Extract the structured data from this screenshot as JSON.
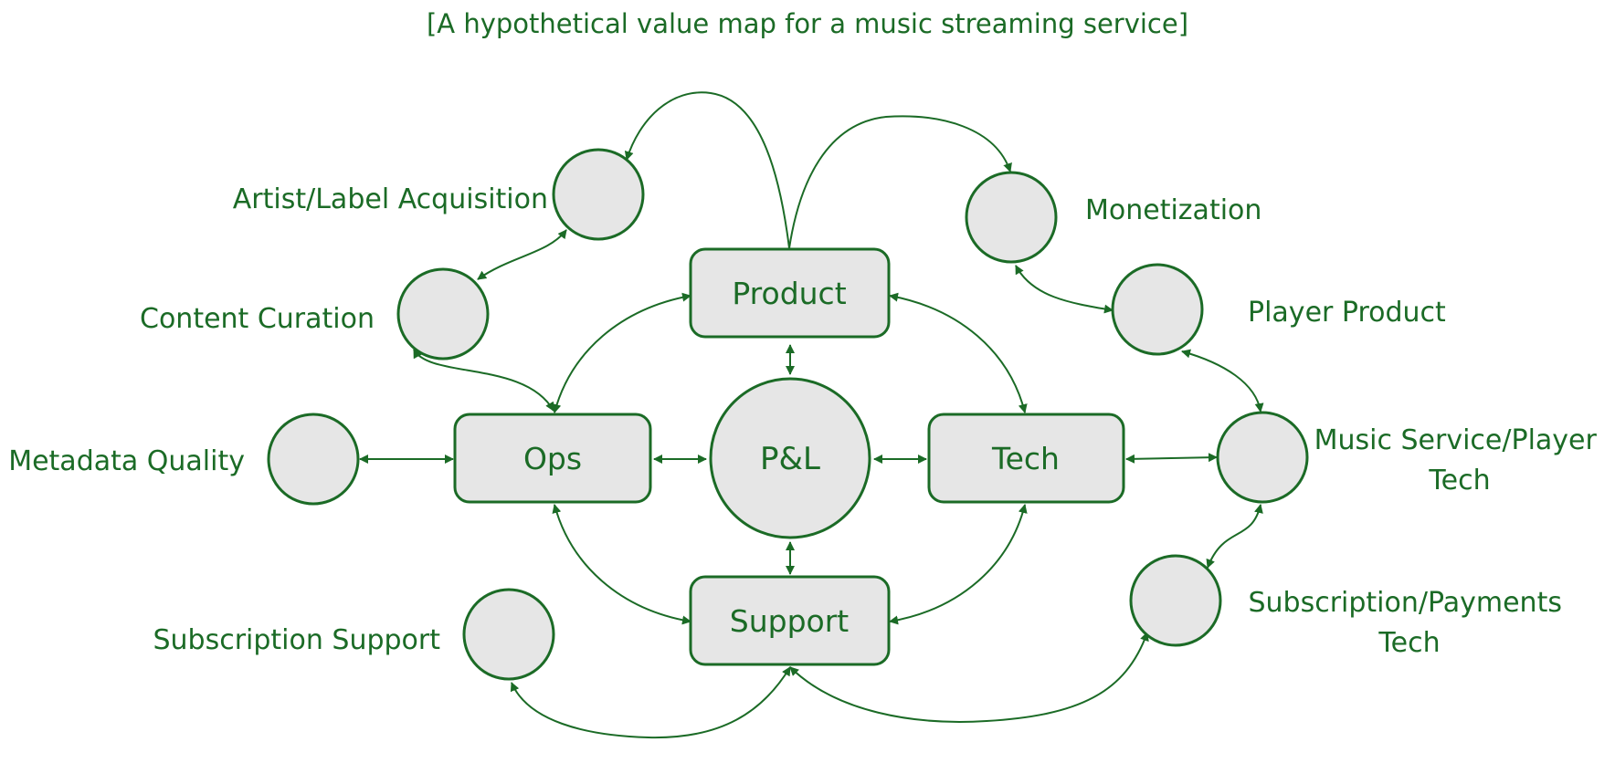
{
  "colors": {
    "green": "#1b6b26",
    "fill": "#e6e6e6",
    "background": "#ffffff"
  },
  "title": "[A hypothetical value map for a music streaming service]",
  "center": {
    "label": "P&L"
  },
  "boxes": {
    "product": "Product",
    "ops": "Ops",
    "tech": "Tech",
    "support": "Support"
  },
  "satellites": {
    "artist_label_acquisition": "Artist/Label Acquisition",
    "content_curation": "Content Curation",
    "metadata_quality": "Metadata Quality",
    "subscription_support": "Subscription Support",
    "monetization": "Monetization",
    "player_product": "Player Product",
    "music_service_player_tech": [
      "Music Service/Player",
      "Tech"
    ],
    "subscription_payments_tech": [
      "Subscription/Payments",
      "Tech"
    ]
  }
}
